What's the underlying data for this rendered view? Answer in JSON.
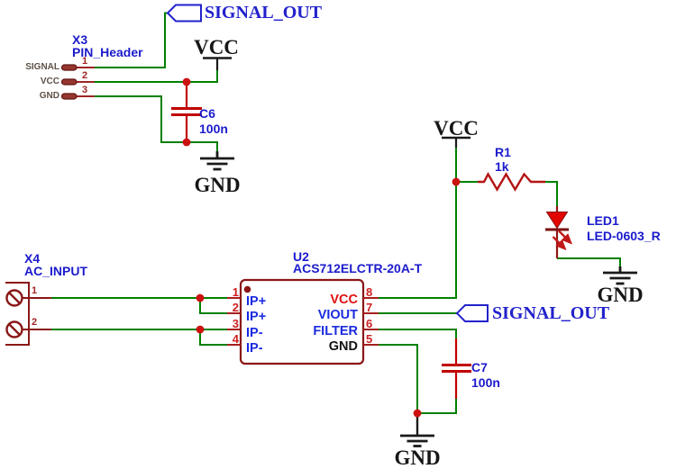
{
  "colors": {
    "wire_green": "#008000",
    "symbol_dark_red": "#8a1717",
    "component_red": "#c00000",
    "junction_red": "#cc1111",
    "ref_label_blue": "#1b1bcd",
    "pin_name_blue": "#1a2ae0",
    "pin_name_red": "#e01010",
    "net_flag_blue": "#2222cc",
    "power_text_black": "#161616",
    "connector_pin_label_gray": "#5e5147"
  },
  "net_flags": {
    "top": "SIGNAL_OUT",
    "mid": "SIGNAL_OUT"
  },
  "power_symbols": {
    "vcc_top": "VCC",
    "gnd_c6": "GND",
    "vcc_right": "VCC",
    "gnd_led": "GND",
    "gnd_u2": "GND"
  },
  "x3": {
    "ref": "X3",
    "value": "PIN_Header",
    "pins": [
      {
        "number": "1",
        "name": "SIGNAL"
      },
      {
        "number": "2",
        "name": "VCC"
      },
      {
        "number": "3",
        "name": "GND"
      }
    ]
  },
  "c6": {
    "ref": "C6",
    "value": "100n"
  },
  "x4": {
    "ref": "X4",
    "value": "AC_INPUT",
    "pins": [
      {
        "number": "1"
      },
      {
        "number": "2"
      }
    ]
  },
  "u2": {
    "ref": "U2",
    "value": "ACS712ELCTR-20A-T",
    "left_pins": [
      {
        "number": "1",
        "name": "IP+"
      },
      {
        "number": "2",
        "name": "IP+"
      },
      {
        "number": "3",
        "name": "IP-"
      },
      {
        "number": "4",
        "name": "IP-"
      }
    ],
    "right_pins": [
      {
        "number": "8",
        "name": "VCC"
      },
      {
        "number": "7",
        "name": "VIOUT"
      },
      {
        "number": "6",
        "name": "FILTER"
      },
      {
        "number": "5",
        "name": "GND"
      }
    ]
  },
  "r1": {
    "ref": "R1",
    "value": "1k"
  },
  "led1": {
    "ref": "LED1",
    "value": "LED-0603_R"
  },
  "c7": {
    "ref": "C7",
    "value": "100n"
  }
}
